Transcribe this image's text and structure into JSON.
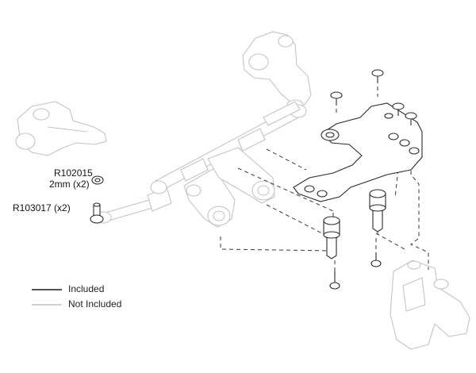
{
  "callouts": {
    "part1_number": "R102015",
    "part1_detail": "2mm (x2)",
    "part2_label": "R103017 (x2)"
  },
  "legend": {
    "included": "Included",
    "not_included": "Not Included"
  },
  "colors": {
    "included_line": "#555555",
    "not_included_line": "#d0d0d0"
  }
}
